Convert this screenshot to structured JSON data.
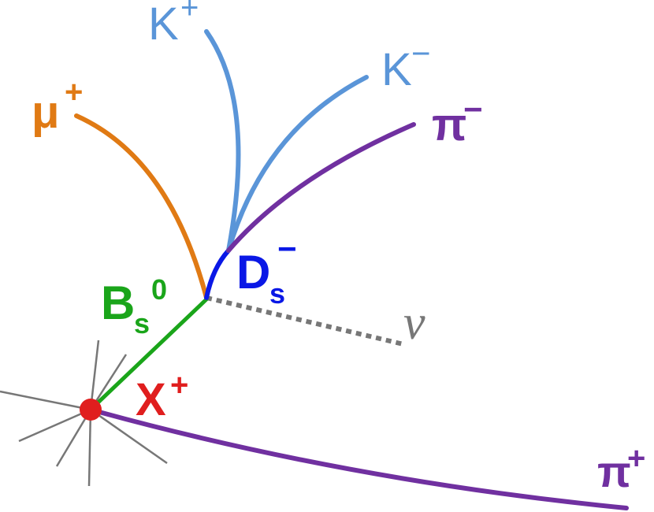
{
  "colors": {
    "green": "#1aa51a",
    "blue": "#0a18e6",
    "light_blue": "#5a95d8",
    "orange": "#e07a14",
    "purple": "#7030a0",
    "red": "#e01e1e",
    "gray": "#777777"
  },
  "particles": {
    "k_plus": {
      "base": "K",
      "sup": "+"
    },
    "k_minus": {
      "base": "K",
      "sup": "−"
    },
    "mu_plus": {
      "base": "μ",
      "sup": "+"
    },
    "pi_minus": {
      "base": "π",
      "sup": "−"
    },
    "pi_plus": {
      "base": "π",
      "sup": "+"
    },
    "ds_minus": {
      "base": "D",
      "sub": "s",
      "sup": "−"
    },
    "bs_zero": {
      "base": "B",
      "sub": "s",
      "sup": "0"
    },
    "x_plus": {
      "base": "X",
      "sup": "+"
    },
    "nu": {
      "base": "ν"
    }
  }
}
